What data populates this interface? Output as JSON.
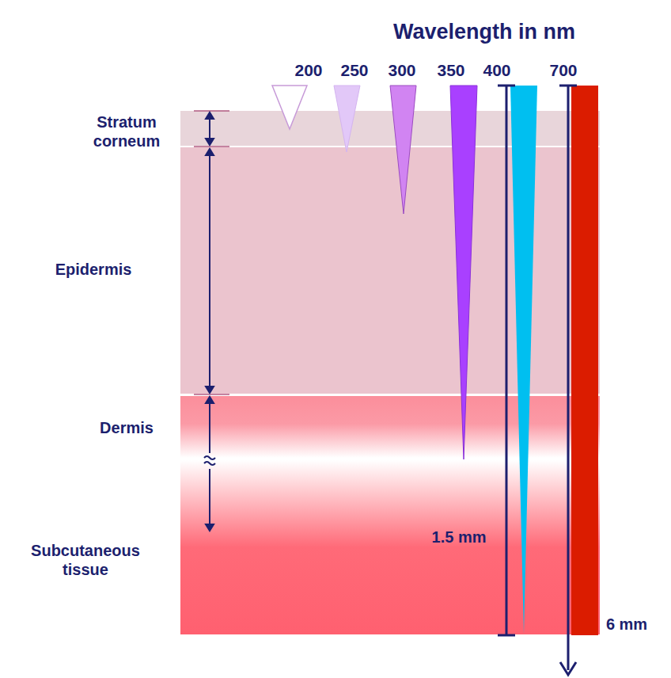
{
  "diagram": {
    "title": "Wavelength in nm",
    "labels": [
      "200",
      "250",
      "300",
      "350",
      "400",
      "700",
      "Stratum corneum",
      "Epidermis",
      "Dermis",
      "Subcutaneous tissue",
      "1.5 mm",
      "6 mm"
    ]
  }
}
